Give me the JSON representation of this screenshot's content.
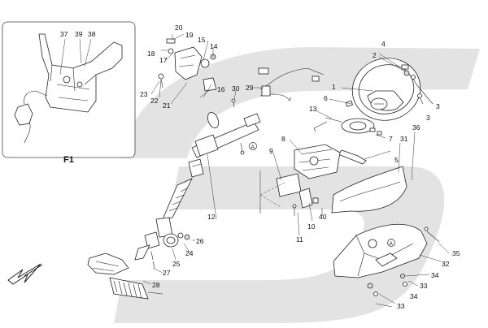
{
  "labels": {
    "n1": "1",
    "n2": "2",
    "n3a": "3",
    "n3b": "3",
    "n4": "4",
    "n5": "5",
    "n6": "6",
    "n7": "7",
    "n8": "8",
    "n9": "9",
    "n10": "10",
    "n11": "11",
    "n12": "12",
    "n13": "13",
    "n14": "14",
    "n15": "15",
    "n16": "16",
    "n17": "17",
    "n18": "18",
    "n19": "19",
    "n20": "20",
    "n21": "21",
    "n22": "22",
    "n23": "23",
    "n24": "24",
    "n25": "25",
    "n26": "26",
    "n27": "27",
    "n28": "28",
    "n29": "29",
    "n30": "30",
    "n31": "31",
    "n32": "32",
    "n33a": "33",
    "n33b": "33",
    "n34a": "34",
    "n34b": "34",
    "n35": "35",
    "n36": "36",
    "n37": "37",
    "n38": "38",
    "n39": "39",
    "n40": "40",
    "f1": "F1",
    "refA1": "A",
    "refA2": "A"
  },
  "colors": {
    "watermark": "#e3e3e3",
    "ink": "#222222",
    "inset_border": "#444444"
  },
  "icons": {
    "direction_arrow": "front-direction-arrow-icon"
  }
}
